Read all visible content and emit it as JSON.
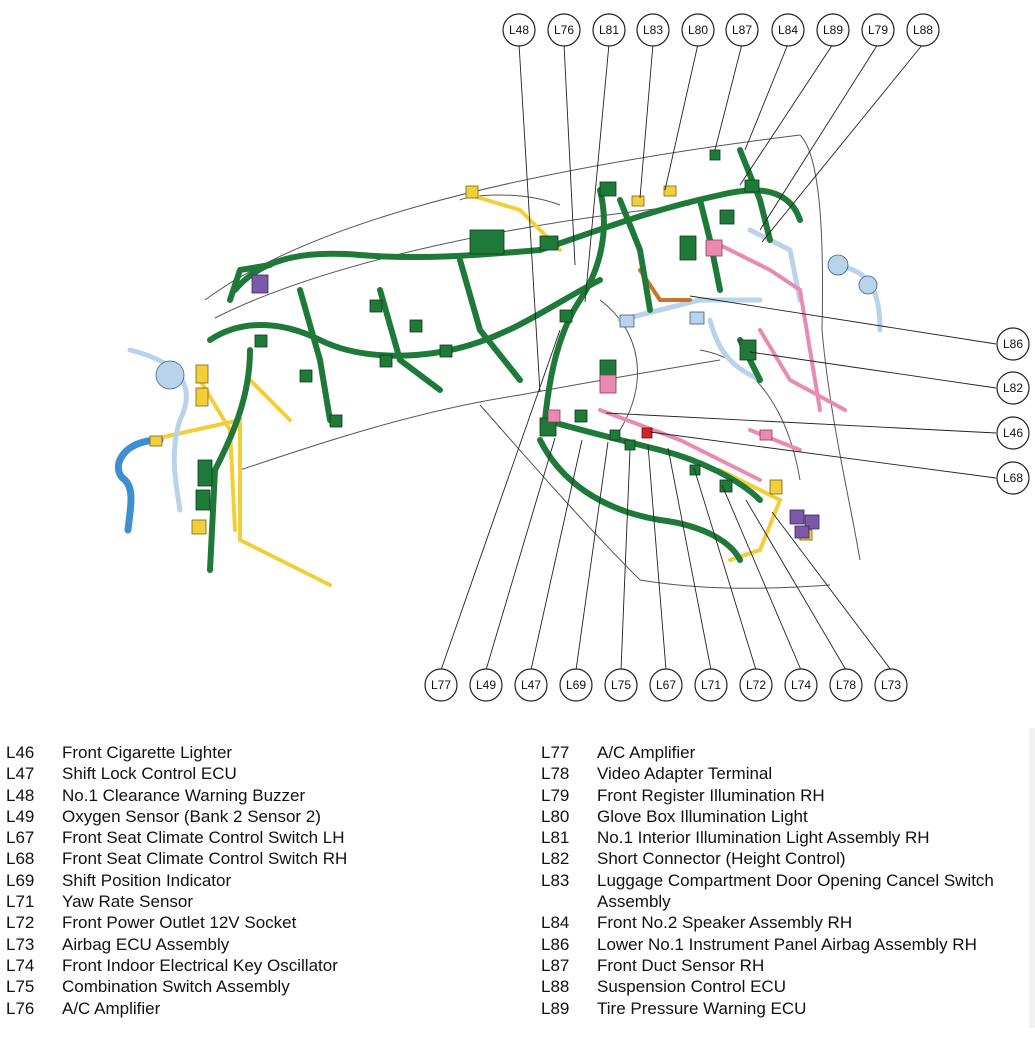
{
  "diagram": {
    "top_callouts": [
      "L48",
      "L76",
      "L81",
      "L83",
      "L80",
      "L87",
      "L84",
      "L89",
      "L79",
      "L88"
    ],
    "right_callouts": [
      "L86",
      "L82",
      "L46",
      "L68"
    ],
    "bottom_callouts": [
      "L77",
      "L49",
      "L47",
      "L69",
      "L75",
      "L67",
      "L71",
      "L72",
      "L74",
      "L78",
      "L73"
    ],
    "colors": {
      "harness_green": "#1f7a3a",
      "connector_dark_green": "#145c2a",
      "yellow_harness": "#f2cf3a",
      "blue_harness": "#3d8fd0",
      "light_blue": "#b9d3ea",
      "pink_harness": "#e98bb0",
      "purple_connector": "#7a5aa8",
      "red_connector": "#d2232a",
      "orange_harness": "#c8742b",
      "dash_outline": "#555555"
    }
  },
  "legend": {
    "left": [
      {
        "code": "L46",
        "desc": "Front Cigarette Lighter"
      },
      {
        "code": "L47",
        "desc": "Shift Lock Control ECU"
      },
      {
        "code": "L48",
        "desc": "No.1 Clearance Warning Buzzer"
      },
      {
        "code": "L49",
        "desc": "Oxygen Sensor (Bank 2 Sensor 2)"
      },
      {
        "code": "L67",
        "desc": "Front Seat Climate Control Switch LH"
      },
      {
        "code": "L68",
        "desc": "Front Seat Climate Control Switch RH"
      },
      {
        "code": "L69",
        "desc": "Shift Position Indicator"
      },
      {
        "code": "L71",
        "desc": "Yaw Rate Sensor"
      },
      {
        "code": "L72",
        "desc": "Front Power Outlet 12V Socket"
      },
      {
        "code": "L73",
        "desc": "Airbag ECU Assembly"
      },
      {
        "code": "L74",
        "desc": "Front Indoor Electrical Key Oscillator"
      },
      {
        "code": "L75",
        "desc": "Combination Switch Assembly"
      },
      {
        "code": "L76",
        "desc": "A/C Amplifier"
      }
    ],
    "right": [
      {
        "code": "L77",
        "desc": "A/C Amplifier"
      },
      {
        "code": "L78",
        "desc": "Video Adapter Terminal"
      },
      {
        "code": "L79",
        "desc": "Front Register Illumination RH"
      },
      {
        "code": "L80",
        "desc": "Glove Box Illumination Light"
      },
      {
        "code": "L81",
        "desc": "No.1 Interior Illumination Light Assembly RH"
      },
      {
        "code": "L82",
        "desc": "Short Connector (Height Control)"
      },
      {
        "code": "L83",
        "desc": "Luggage Compartment Door Opening Cancel Switch Assembly"
      },
      {
        "code": "L84",
        "desc": "Front No.2 Speaker Assembly RH"
      },
      {
        "code": "L86",
        "desc": "Lower No.1 Instrument Panel Airbag Assembly RH"
      },
      {
        "code": "L87",
        "desc": "Front Duct Sensor RH"
      },
      {
        "code": "L88",
        "desc": "Suspension Control ECU"
      },
      {
        "code": "L89",
        "desc": "Tire Pressure Warning ECU"
      }
    ]
  }
}
